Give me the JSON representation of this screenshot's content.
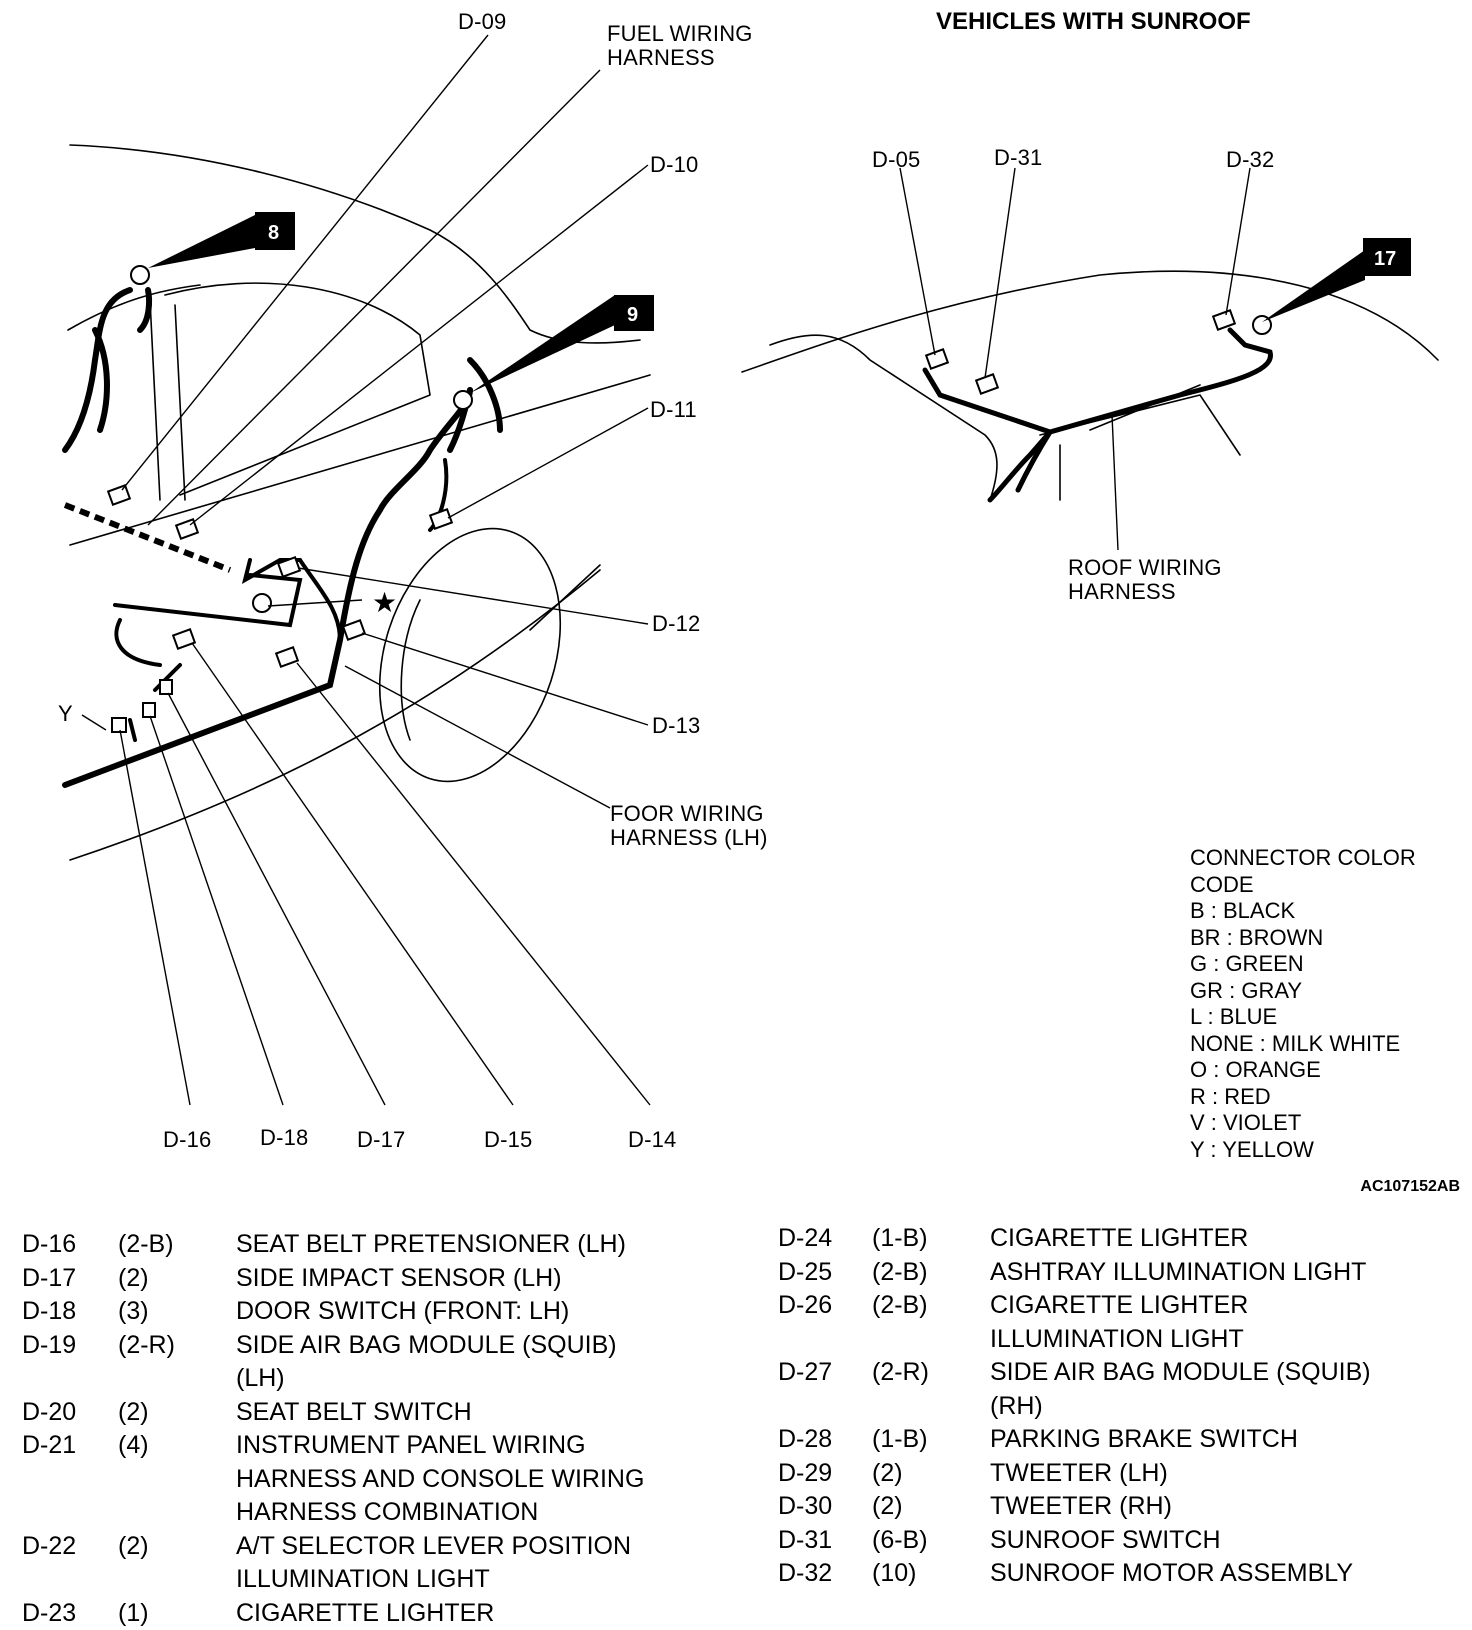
{
  "header": {
    "sunroof_title": "VEHICLES WITH SUNROOF"
  },
  "callouts": {
    "d09": "D-09",
    "fuel_harness": "FUEL WIRING\nHARNESS",
    "d10": "D-10",
    "d11": "D-11",
    "d12": "D-12",
    "d13": "D-13",
    "floor_harness": "FOOR WIRING\nHARNESS (LH)",
    "y": "Y",
    "d16": "D-16",
    "d18": "D-18",
    "d17": "D-17",
    "d15": "D-15",
    "d14": "D-14",
    "d05": "D-05",
    "d31": "D-31",
    "d32": "D-32",
    "roof_harness": "ROOF WIRING\nHARNESS",
    "badge8": "8",
    "badge9": "9",
    "badge17": "17"
  },
  "color_code": {
    "title_line1": "CONNECTOR COLOR",
    "title_line2": "CODE",
    "items": [
      "B : BLACK",
      "BR : BROWN",
      "G : GREEN",
      "GR : GRAY",
      "L : BLUE",
      "NONE : MILK WHITE",
      "O : ORANGE",
      "R : RED",
      "V : VIOLET",
      "Y : YELLOW"
    ]
  },
  "figure_id": "AC107152AB",
  "connectors_left": [
    {
      "id": "D-16",
      "size": "(2-B)",
      "desc": "SEAT BELT PRETENSIONER (LH)"
    },
    {
      "id": "D-17",
      "size": "(2)",
      "desc": "SIDE IMPACT SENSOR (LH)"
    },
    {
      "id": "D-18",
      "size": "(3)",
      "desc": "DOOR SWITCH (FRONT: LH)"
    },
    {
      "id": "D-19",
      "size": "(2-R)",
      "desc": "SIDE AIR BAG MODULE (SQUIB)\n(LH)"
    },
    {
      "id": "D-20",
      "size": "(2)",
      "desc": "SEAT BELT SWITCH"
    },
    {
      "id": "D-21",
      "size": "(4)",
      "desc": "INSTRUMENT PANEL WIRING\nHARNESS AND CONSOLE WIRING\nHARNESS COMBINATION"
    },
    {
      "id": "D-22",
      "size": "(2)",
      "desc": "A/T SELECTOR LEVER POSITION\nILLUMINATION LIGHT"
    },
    {
      "id": "D-23",
      "size": "(1)",
      "desc": "CIGARETTE LIGHTER"
    }
  ],
  "connectors_right": [
    {
      "id": "D-24",
      "size": "(1-B)",
      "desc": "CIGARETTE LIGHTER"
    },
    {
      "id": "D-25",
      "size": "(2-B)",
      "desc": "ASHTRAY ILLUMINATION LIGHT"
    },
    {
      "id": "D-26",
      "size": "(2-B)",
      "desc": "CIGARETTE LIGHTER\nILLUMINATION LIGHT"
    },
    {
      "id": "D-27",
      "size": "(2-R)",
      "desc": "SIDE AIR BAG MODULE (SQUIB)\n(RH)"
    },
    {
      "id": "D-28",
      "size": "(1-B)",
      "desc": "PARKING BRAKE SWITCH"
    },
    {
      "id": "D-29",
      "size": "(2)",
      "desc": "TWEETER (LH)"
    },
    {
      "id": "D-30",
      "size": "(2)",
      "desc": "TWEETER (RH)"
    },
    {
      "id": "D-31",
      "size": "(6-B)",
      "desc": "SUNROOF SWITCH"
    },
    {
      "id": "D-32",
      "size": "(10)",
      "desc": "SUNROOF MOTOR ASSEMBLY"
    }
  ]
}
